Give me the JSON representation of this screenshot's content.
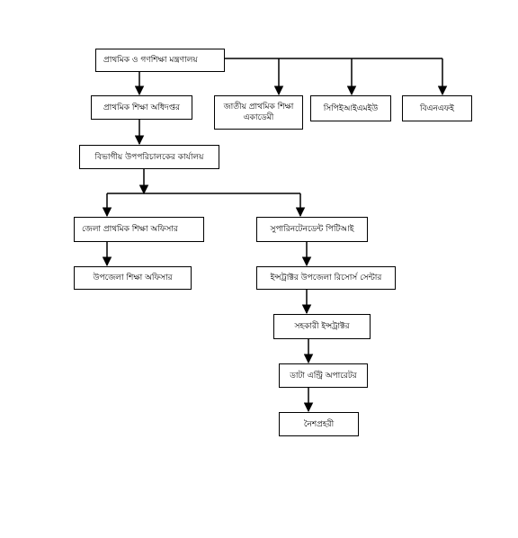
{
  "diagram": {
    "nodes": [
      {
        "id": "ministry",
        "label": "প্রাথমিক ও গণশিক্ষা মন্ত্রণালয়"
      },
      {
        "id": "dpe",
        "label": "প্রাথমিক শিক্ষা অধিদপ্তর"
      },
      {
        "id": "napa",
        "label": "জাতীয় প্রাথমিক শিক্ষা একাডেমী"
      },
      {
        "id": "cpeiu",
        "label": "সিপিইআইএমইউ"
      },
      {
        "id": "bnfe",
        "label": "বিএনএফই"
      },
      {
        "id": "divisional",
        "label": "বিভাগীয় উপপরিচালকের কার্যালয়"
      },
      {
        "id": "district",
        "label": "জেলা প্রাথমিক শিক্ষা অফিসার"
      },
      {
        "id": "upazila",
        "label": "উপজেলা শিক্ষা অফিসার"
      },
      {
        "id": "pti",
        "label": "সুপারিনটেনডেন্ট পিটিআই"
      },
      {
        "id": "urc",
        "label": "ইন্সট্রাক্টর উপজেলা রিসোর্স সেন্টার"
      },
      {
        "id": "asst",
        "label": "সহকারী ইন্সট্রাক্টর"
      },
      {
        "id": "deo",
        "label": "ডাটা এন্ট্রি অপারেটর"
      },
      {
        "id": "guard",
        "label": "নৈশপ্রহরী"
      }
    ],
    "edges": [
      {
        "from": "ministry",
        "to": "dpe"
      },
      {
        "from": "ministry",
        "to": "napa"
      },
      {
        "from": "ministry",
        "to": "cpeiu"
      },
      {
        "from": "ministry",
        "to": "bnfe"
      },
      {
        "from": "dpe",
        "to": "divisional"
      },
      {
        "from": "divisional",
        "to": "district"
      },
      {
        "from": "divisional",
        "to": "pti"
      },
      {
        "from": "district",
        "to": "upazila"
      },
      {
        "from": "pti",
        "to": "urc"
      },
      {
        "from": "urc",
        "to": "asst"
      },
      {
        "from": "asst",
        "to": "deo"
      },
      {
        "from": "deo",
        "to": "guard"
      }
    ]
  }
}
